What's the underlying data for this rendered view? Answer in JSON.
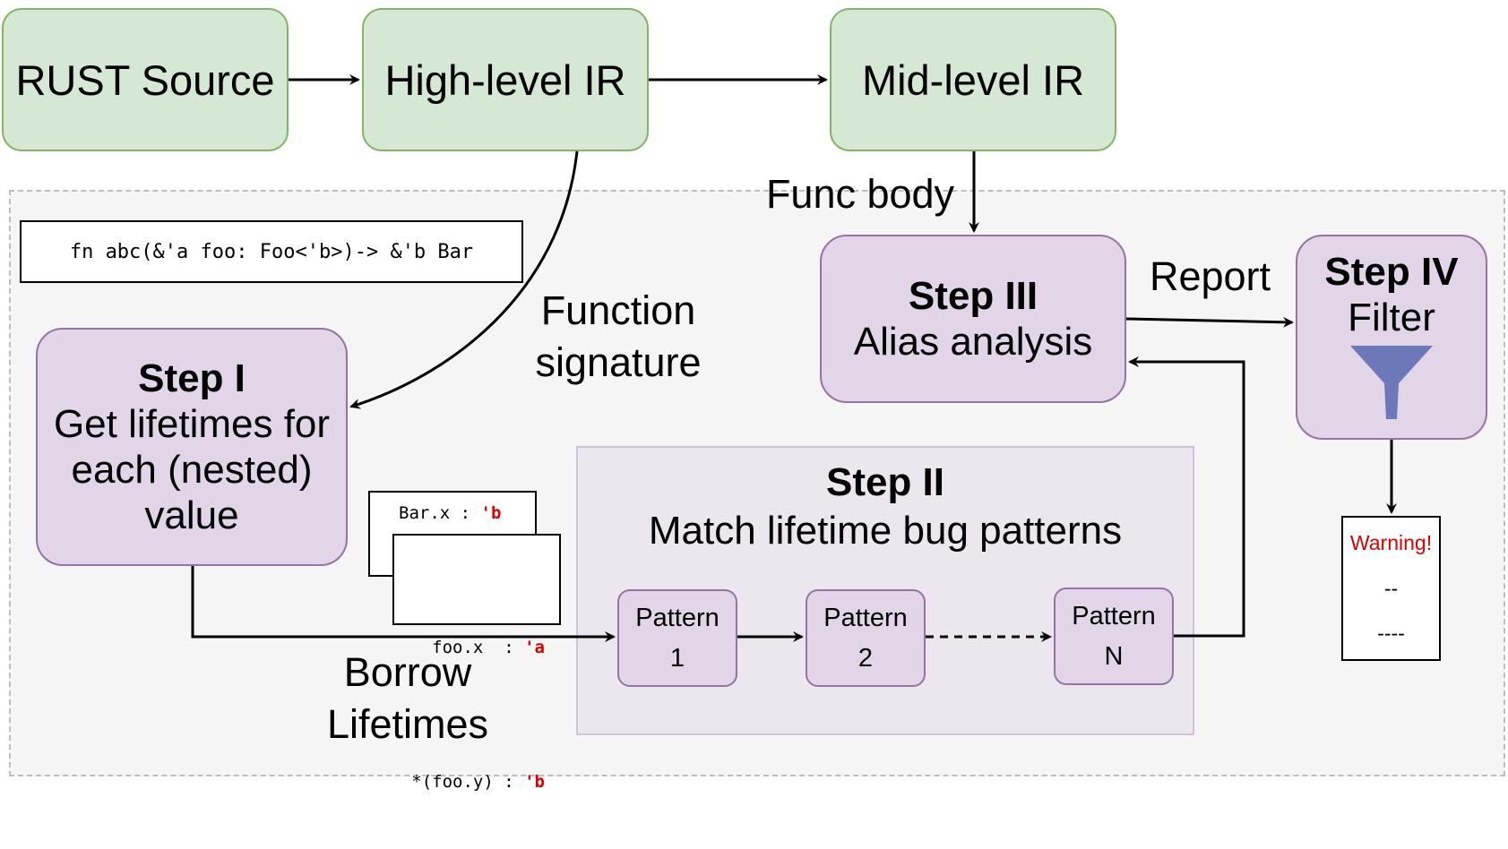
{
  "nodes": {
    "rust_source": "RUST Source",
    "high_ir": "High-level IR",
    "mid_ir": "Mid-level IR"
  },
  "code": {
    "signature": "fn abc(&'a foo: Foo<'b>)-> &'b Bar",
    "bar_x_label": "Bar.x : ",
    "bar_x_lifetime": "'b",
    "foo_x_label": "foo.x  : ",
    "foo_x_lifetime": "'a",
    "foo_y_label": "*(foo.y) : ",
    "foo_y_lifetime": "'b"
  },
  "steps": {
    "step1_title": "Step I",
    "step1_desc": "Get lifetimes for each (nested) value",
    "step2_title": "Step II",
    "step2_desc": "Match lifetime bug patterns",
    "step3_title": "Step III",
    "step3_desc": "Alias analysis",
    "step4_title": "Step IV",
    "step4_desc": "Filter"
  },
  "patterns": [
    {
      "label": "Pattern",
      "num": "1"
    },
    {
      "label": "Pattern",
      "num": "2"
    },
    {
      "label": "Pattern",
      "num": "N"
    }
  ],
  "edge_labels": {
    "func_body": "Func body",
    "function_signature": "Function signature",
    "report": "Report",
    "borrow_lifetimes": "Borrow Lifetimes"
  },
  "warning": {
    "title": "Warning!",
    "line1": "--",
    "line2": "----"
  },
  "colors": {
    "green_fill": "#d5e8d4",
    "green_stroke": "#82b366",
    "purple_fill": "#e1d5e7",
    "purple_stroke": "#9673a6",
    "funnel": "#6c78b8",
    "warning_red": "#e00000"
  }
}
